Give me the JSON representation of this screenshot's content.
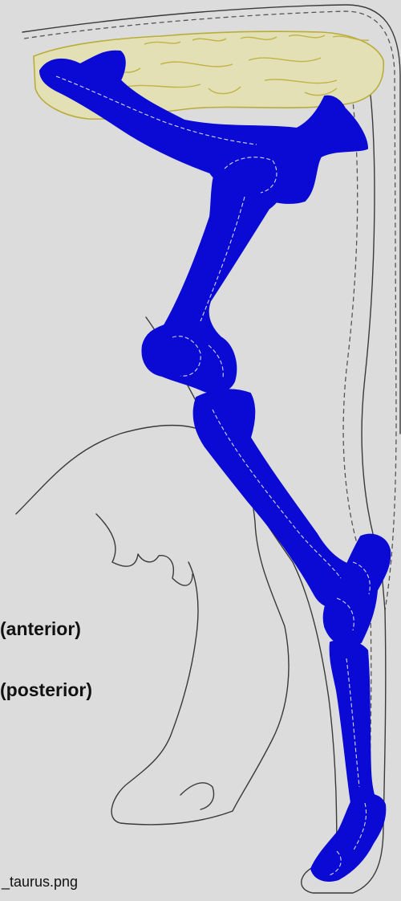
{
  "labels": {
    "anterior": "(anterior)",
    "posterior": "(posterior)"
  },
  "caption": "_taurus.png",
  "colors": {
    "background": "#dcdcdc",
    "bone_highlight": "#0a0ad4",
    "pelvis": "#e4e0b6",
    "outline": "#3a3a3a"
  }
}
